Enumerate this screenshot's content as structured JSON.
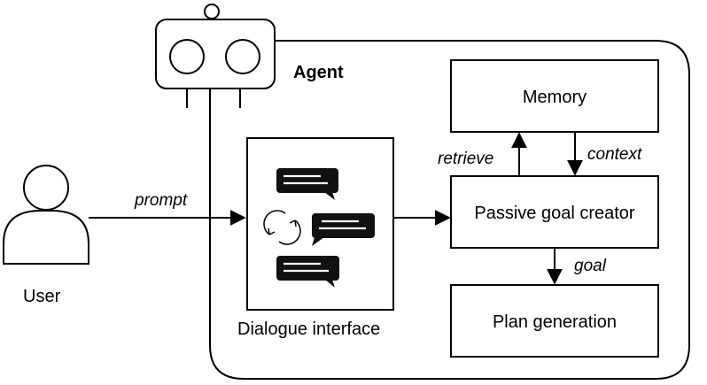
{
  "agent": {
    "label": "Agent"
  },
  "user": {
    "label": "User"
  },
  "dialogue": {
    "label": "Dialogue interface"
  },
  "memory": {
    "label": "Memory"
  },
  "goal_creator": {
    "label": "Passive goal creator"
  },
  "plan": {
    "label": "Plan generation"
  },
  "edges": {
    "prompt": "prompt",
    "retrieve": "retrieve",
    "context": "context",
    "goal": "goal"
  },
  "icons": [
    "robot-head-icon",
    "user-icon",
    "chat-bubble-icon",
    "refresh-cycle-icon"
  ]
}
